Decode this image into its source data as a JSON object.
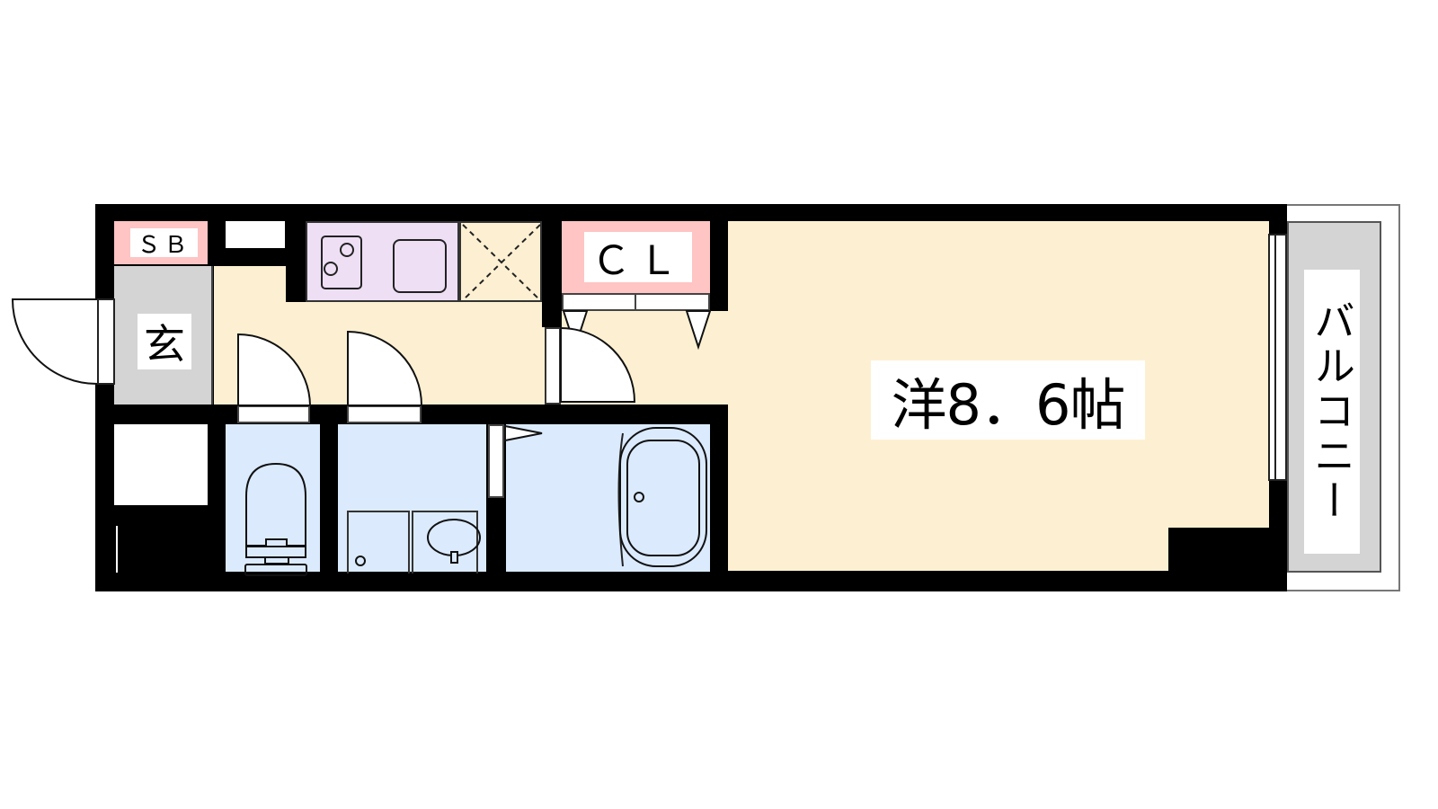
{
  "floorplan": {
    "colors": {
      "wall": "#000000",
      "western_room": "#fdf0d2",
      "entrance": "#d4d4d4",
      "storage_pink": "#ffc4c4",
      "kitchen": "#eedff5",
      "wet_area": "#dbeafd",
      "balcony": "#d4d4d4",
      "fixture_white": "#ffffff"
    },
    "rooms": {
      "shoe_box": {
        "label": "ＳＢ"
      },
      "entrance": {
        "label": "玄"
      },
      "closet": {
        "label": "ＣＬ"
      },
      "western_room": {
        "label": "洋8．6帖"
      },
      "balcony": {
        "label": "バルコニー"
      },
      "kitchen": {
        "label": ""
      },
      "toilet": {
        "label": ""
      },
      "washroom": {
        "label": ""
      },
      "bathroom": {
        "label": ""
      }
    }
  }
}
